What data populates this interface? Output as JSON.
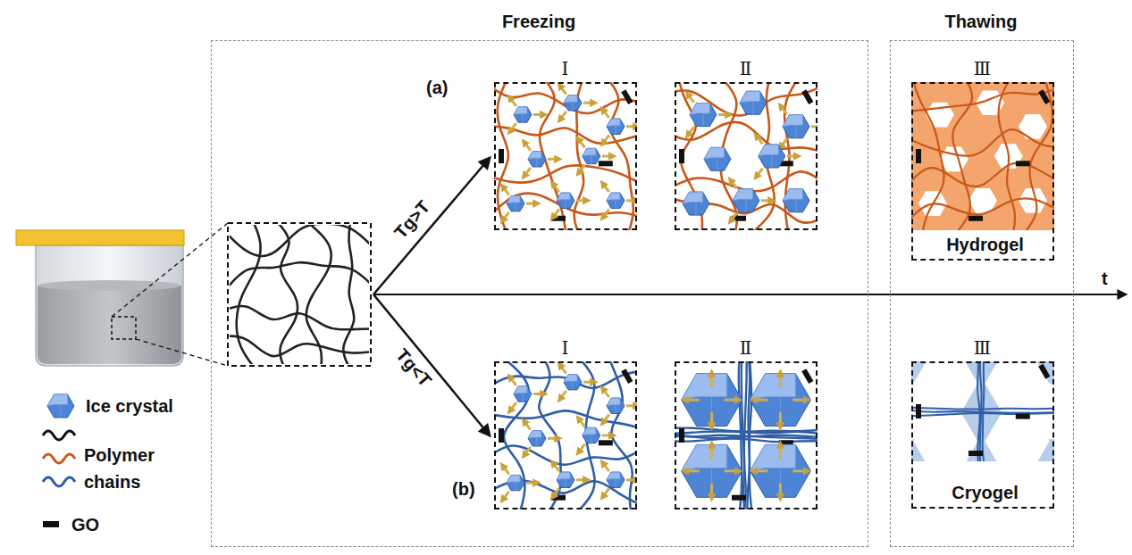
{
  "diagram": {
    "nodes": [
      {
        "text": [
          "Freezing"
        ]
      },
      {
        "text": [
          "Ⅰ"
        ],
        "in": 0
      },
      {
        "text": [
          "Ⅱ"
        ],
        "in": 0
      },
      {
        "text": [
          "Ⅰ"
        ],
        "in": 0
      },
      {
        "text": [
          "Ⅱ"
        ],
        "in": 0
      },
      {
        "text": [
          "Thawing"
        ]
      },
      {
        "text": [
          "Ⅲ",
          "Hydrogel"
        ],
        "in": 5
      },
      {
        "text": [
          "Ⅲ",
          "Cryogel"
        ],
        "in": 5
      }
    ],
    "labels": [
      "(a)",
      "(b)",
      "Tg>T",
      "Tg<T",
      "t"
    ],
    "legend": [
      {
        "text": "Ice crystal"
      },
      {
        "text": "Polymer chains"
      },
      {
        "text": "GO"
      }
    ]
  }
}
